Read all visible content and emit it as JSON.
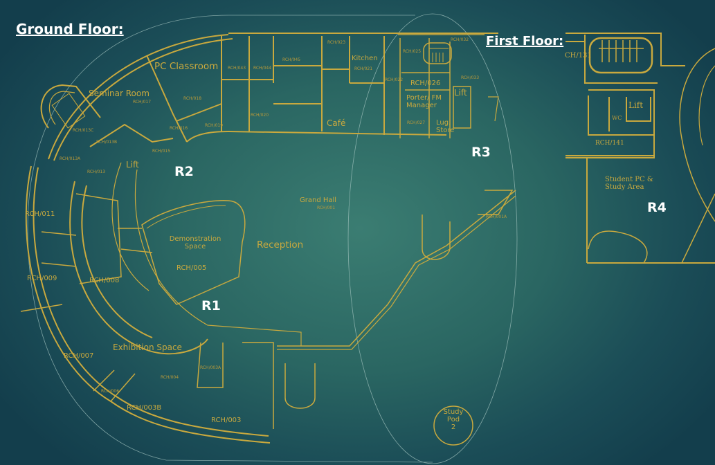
{
  "headings": {
    "ground_floor": "Ground Floor:",
    "first_floor": "First Floor:"
  },
  "regions": {
    "r1": "R1",
    "r2": "R2",
    "r3": "R3",
    "r4": "R4"
  },
  "ground_floor_rooms": {
    "pc_classroom": "PC Classroom",
    "seminar_room": "Seminar Room",
    "seminar_room_code": "RCH/017",
    "kitchen": "Kitchen",
    "kitchen_code": "RCH/021",
    "cafe": "Café",
    "porter_line1": "Porter/ FM",
    "porter_line2": "Manager",
    "rch_026": "RCH/026",
    "lift_north": "Lift",
    "lift_west": "Lift",
    "lug_store_line1": "Lug.",
    "lug_store_line2": "Store",
    "grand_hall": "Grand Hall",
    "grand_hall_code": "RCH/001",
    "demo_line1": "Demonstration",
    "demo_line2": "Space",
    "reception": "Reception",
    "rch_005": "RCH/005",
    "rch_011": "RCH/011",
    "rch_009": "RCH/009",
    "rch_008": "RCH/008",
    "rch_007": "RCH/007",
    "exhibition_space": "Exhibition Space",
    "rch_004": "RCH/004",
    "rch_003a": "RCH/003A",
    "rch_003b": "RCH/003B",
    "rch_003": "RCH/003",
    "rch_006": "RCH/006",
    "rch_001a": "RCH/001A",
    "rch_013": "RCH/013",
    "rch_013a": "RCH/013A",
    "rch_013b": "RCH/013B",
    "rch_013c": "RCH/013C",
    "rch_015": "RCH/015",
    "rch_016": "RCH/016",
    "rch_018": "RCH/018",
    "rch_019": "RCH/019",
    "rch_020": "RCH/020",
    "rch_043": "RCH/043",
    "rch_044": "RCH/044",
    "rch_045": "RCH/045",
    "rch_023": "RCH/023",
    "rch_025": "RCH/025",
    "rch_022": "RCH/022",
    "rch_032": "RCH/032",
    "rch_033": "RCH/033",
    "rch_027": "RCH/027",
    "study_pod_line1": "Study",
    "study_pod_line2": "Pod",
    "study_pod_line3": "2"
  },
  "first_floor_rooms": {
    "ch_131": "CH/131",
    "lift": "Lift",
    "wc": "WC",
    "rch_141": "RCH/141",
    "student_pc_line1": "Student PC &",
    "student_pc_line2": "Study Area"
  },
  "colors": {
    "plan_line": "#c9a93e",
    "outline": "#a9c9c4",
    "heading": "#ffffff"
  }
}
